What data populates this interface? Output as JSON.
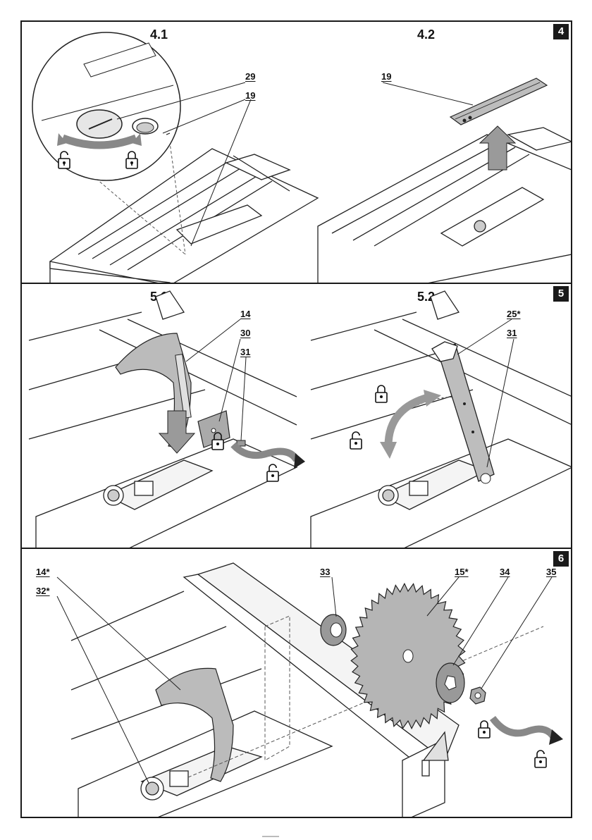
{
  "figure4": {
    "number": "4",
    "sub1": {
      "title": "4.1",
      "labels": [
        "29",
        "19"
      ]
    },
    "sub2": {
      "title": "4.2",
      "labels": [
        "19"
      ]
    }
  },
  "figure5": {
    "number": "5",
    "sub1": {
      "title": "5.1",
      "labels": [
        "14",
        "30",
        "31"
      ]
    },
    "sub2": {
      "title": "5.2",
      "labels": [
        "25*",
        "31"
      ]
    }
  },
  "figure6": {
    "number": "6",
    "labels": [
      "14*",
      "32*",
      "33",
      "15*",
      "34",
      "35"
    ]
  },
  "icons": [
    "lock-open-icon",
    "lock-closed-icon",
    "rotation-arrow-icon",
    "lift-arrow-icon",
    "down-arrow-icon"
  ]
}
